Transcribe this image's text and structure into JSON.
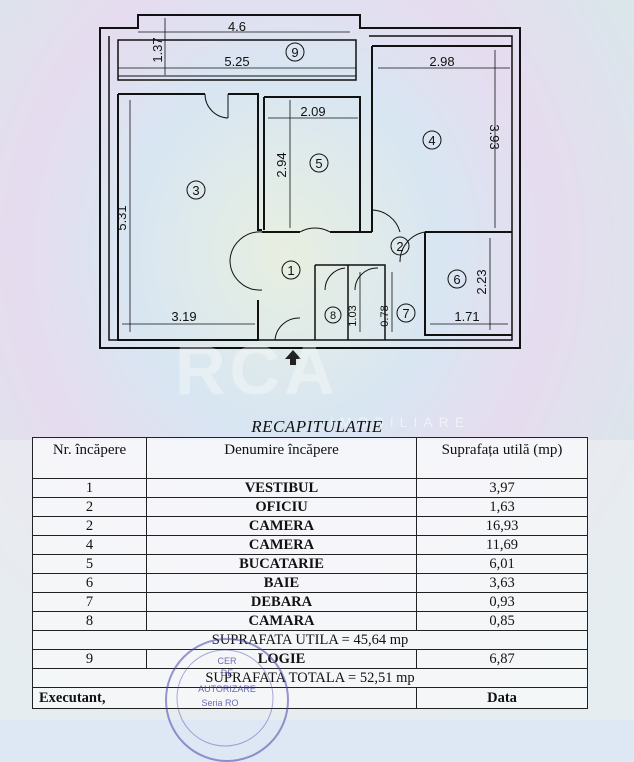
{
  "plan": {
    "dimensions": [
      "4.6",
      "1.37",
      "5.25",
      "2.98",
      "2.09",
      "3.93",
      "2.94",
      "5.31",
      "2.23",
      "1.03",
      "0.78",
      "3.19",
      "1.71"
    ],
    "room_numbers": [
      "1",
      "2",
      "3",
      "4",
      "5",
      "6",
      "7",
      "8",
      "9"
    ]
  },
  "watermark": {
    "logo": "RCA",
    "sub": "IMOBILIARE"
  },
  "recap": {
    "title": "RECAPITULATIE",
    "headers": {
      "number": "Nr. încăpere",
      "name": "Denumire încăpere",
      "area": "Suprafața utilă (mp)"
    },
    "rows": [
      {
        "no": "1",
        "name": "VESTIBUL",
        "area": "3,97"
      },
      {
        "no": "2",
        "name": "OFICIU",
        "area": "1,63"
      },
      {
        "no": "2",
        "name": "CAMERA",
        "area": "16,93"
      },
      {
        "no": "4",
        "name": "CAMERA",
        "area": "11,69"
      },
      {
        "no": "5",
        "name": "BUCATARIE",
        "area": "6,01"
      },
      {
        "no": "6",
        "name": "BAIE",
        "area": "3,63"
      },
      {
        "no": "7",
        "name": "DEBARA",
        "area": "0,93"
      },
      {
        "no": "8",
        "name": "CAMARA",
        "area": "0,85"
      }
    ],
    "useful_total": "SUPRAFATA UTILA  =  45,64 mp",
    "loggia": {
      "no": "9",
      "name": "LOGIE",
      "area": "6,87"
    },
    "grand_total": "SUPRAFATA TOTALA  =  52,51 mp",
    "footer": {
      "left": "Executant,",
      "right": "Data"
    }
  },
  "stamp": {
    "lines": [
      "CER",
      "DE",
      "AUTORIZARE",
      "Seria RO"
    ]
  }
}
